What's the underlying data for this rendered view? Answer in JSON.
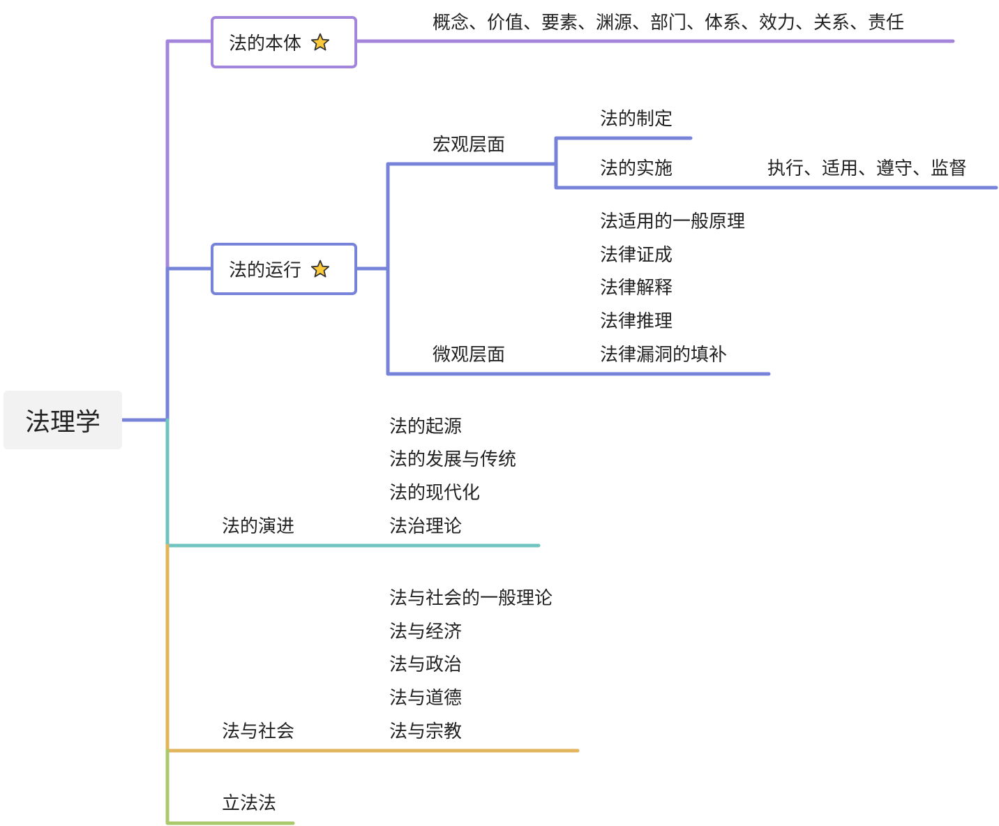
{
  "root": {
    "label": "法理学"
  },
  "colors": {
    "branch1": "#a385dc",
    "branch2": "#7683d8",
    "branch3": "#70c4c0",
    "branch4": "#e2b45c",
    "branch5": "#a9c96c",
    "star_fill": "#fbc93a",
    "star_stroke": "#333333"
  },
  "branches": [
    {
      "label": "法的本体",
      "starred": true,
      "star_icon": "star-icon",
      "detail": "概念、价值、要素、渊源、部门、体系、效力、关系、责任"
    },
    {
      "label": "法的运行",
      "starred": true,
      "star_icon": "star-icon",
      "macro": {
        "label": "宏观层面",
        "children": [
          {
            "label": "法的制定"
          },
          {
            "label": "法的实施",
            "detail": "执行、适用、遵守、监督"
          }
        ]
      },
      "micro": {
        "label": "微观层面",
        "children": [
          "法适用的一般原理",
          "法律证成",
          "法律解释",
          "法律推理",
          "法律漏洞的填补"
        ]
      }
    },
    {
      "label": "法的演进",
      "children": [
        "法的起源",
        "法的发展与传统",
        "法的现代化",
        "法治理论"
      ]
    },
    {
      "label": "法与社会",
      "children": [
        "法与社会的一般理论",
        "法与经济",
        "法与政治",
        "法与道德",
        "法与宗教"
      ]
    },
    {
      "label": "立法法"
    }
  ]
}
